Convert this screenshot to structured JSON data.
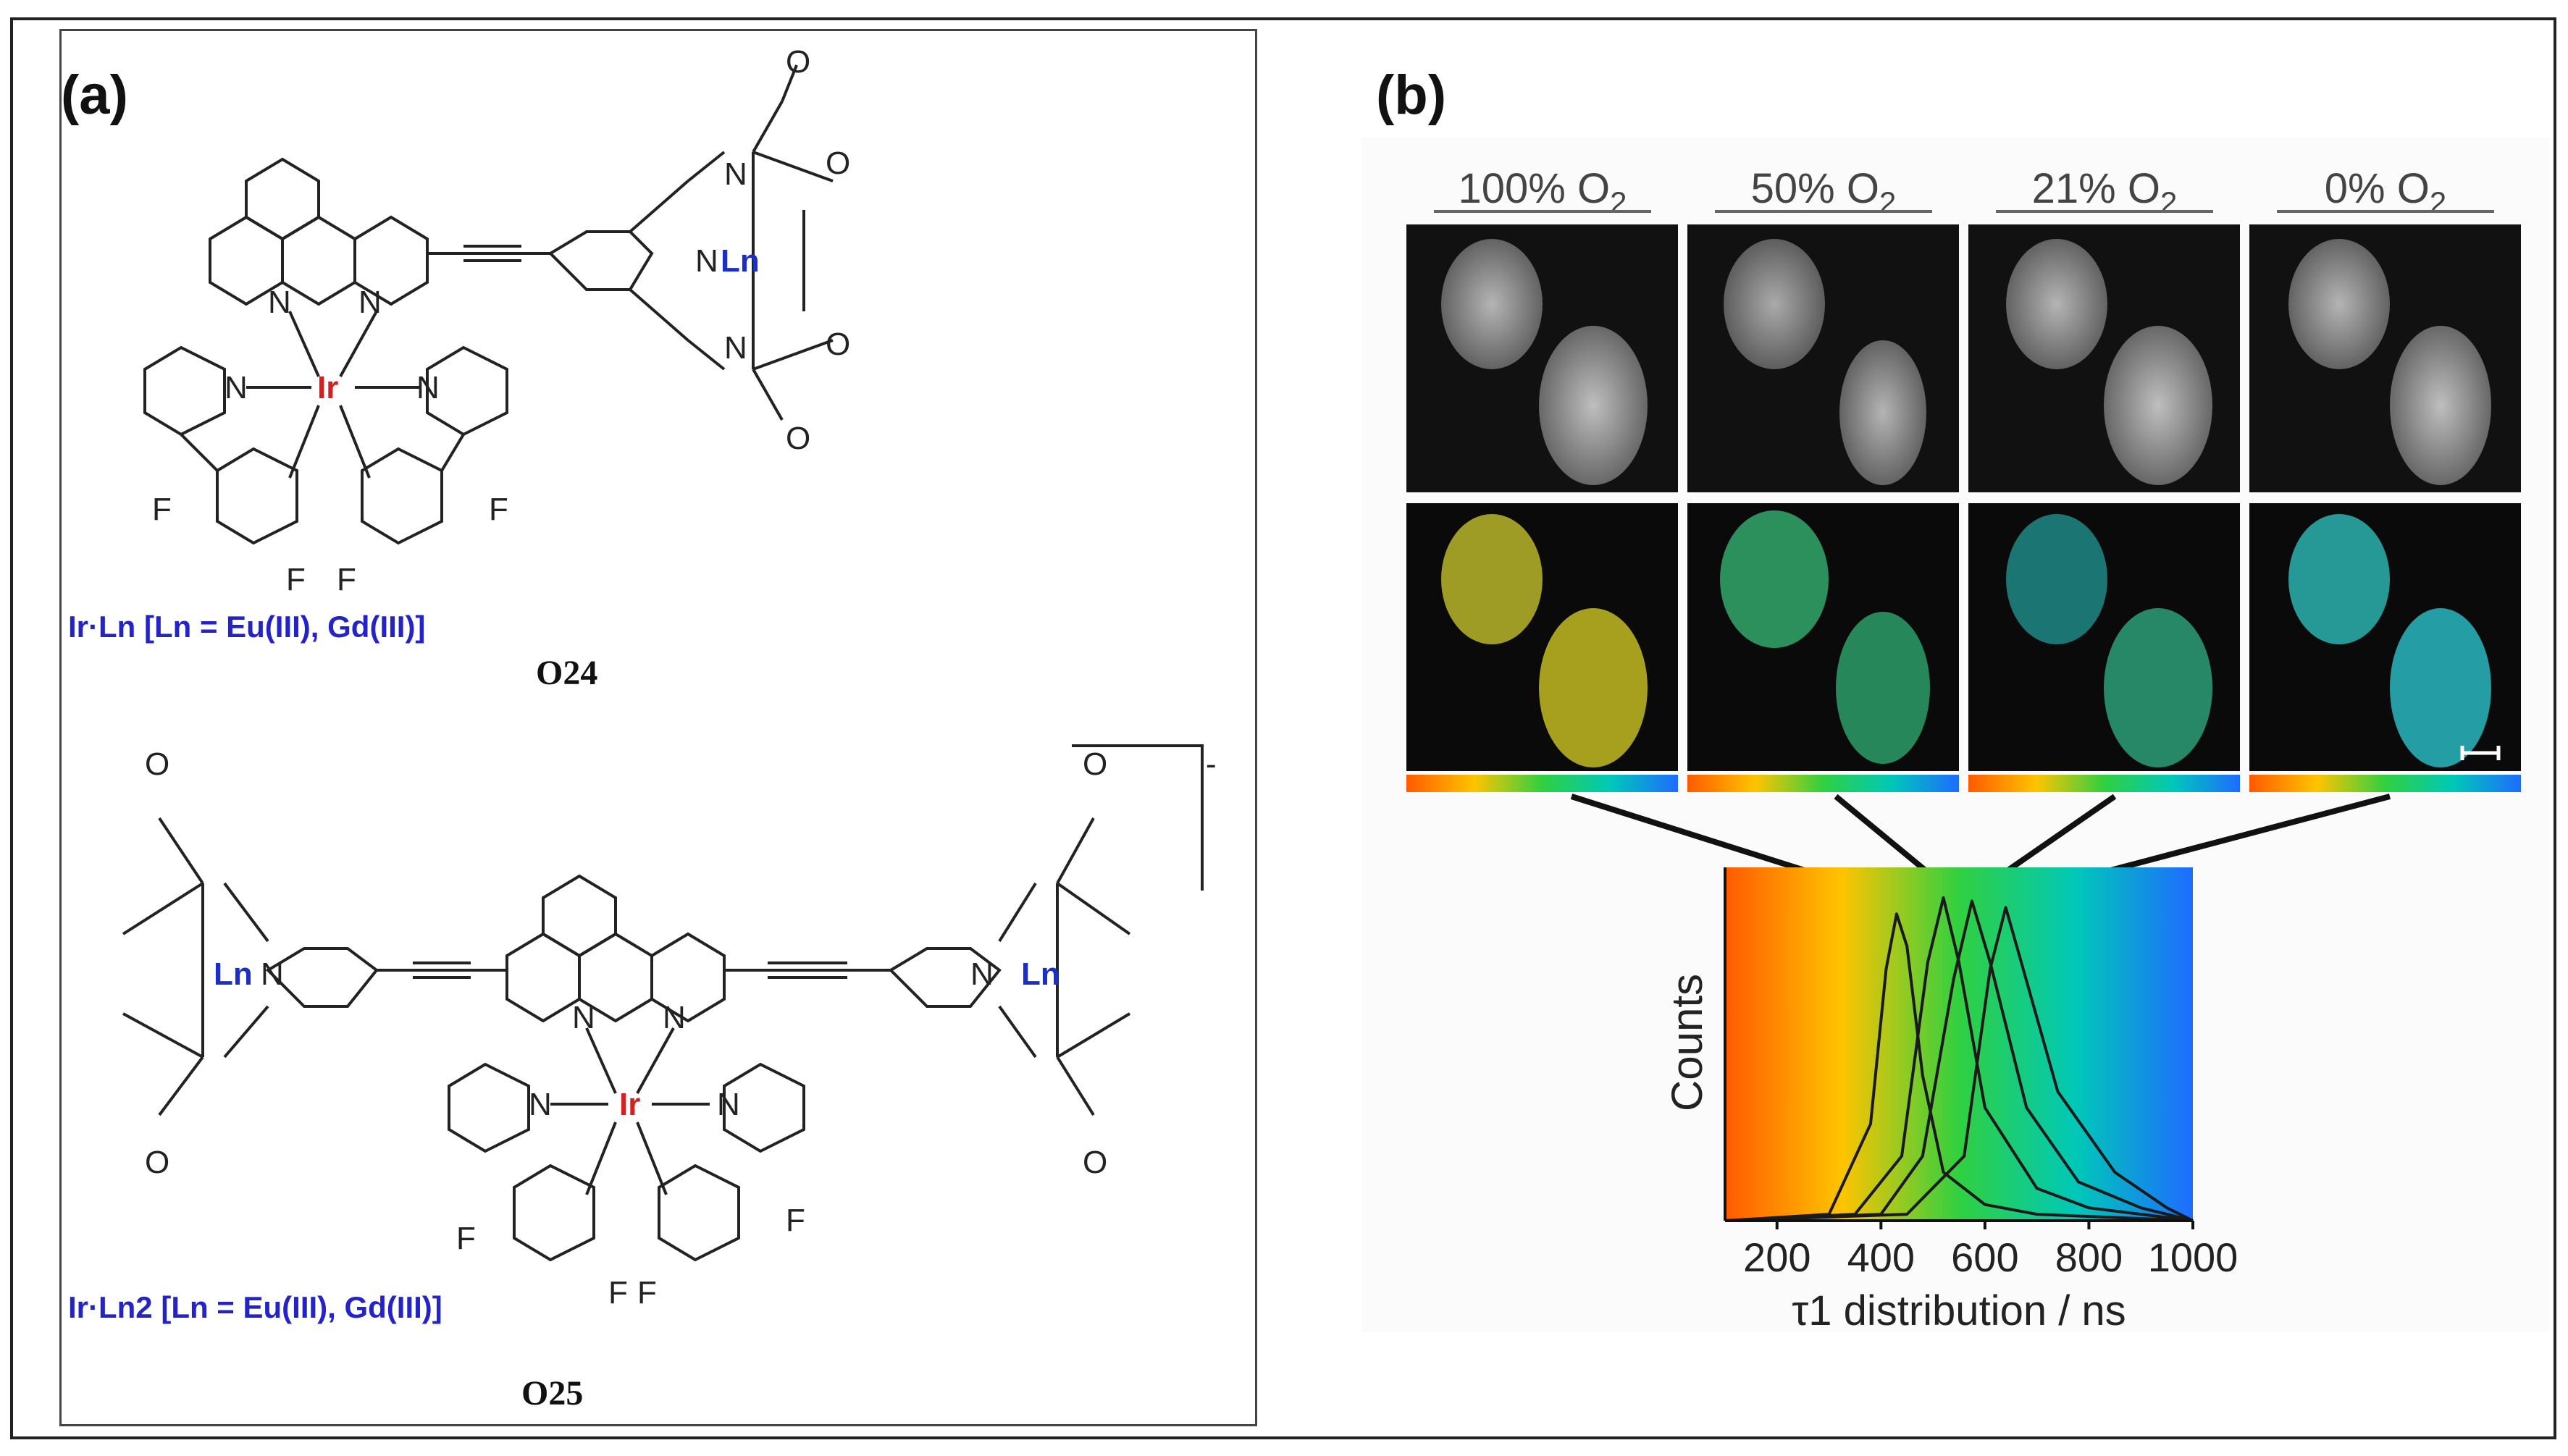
{
  "panel_a": {
    "label": "(a)",
    "compound1": {
      "caption": "Ir·Ln [Ln = Eu(III), Gd(III)]",
      "id": "O24",
      "atoms": {
        "metal": "Ir",
        "lanthanide": "Ln",
        "nitrogen": "N",
        "oxygen": "O",
        "fluorine": "F"
      }
    },
    "compound2": {
      "caption": "Ir·Ln2 [Ln = Eu(III), Gd(III)]",
      "id": "O25",
      "charge": "-"
    }
  },
  "panel_b": {
    "label": "(b)",
    "oxygen_levels": [
      {
        "pct": "100%",
        "gas": "O",
        "sub": "2"
      },
      {
        "pct": "50%",
        "gas": "O",
        "sub": "2"
      },
      {
        "pct": "21%",
        "gas": "O",
        "sub": "2"
      },
      {
        "pct": "0%",
        "gas": "O",
        "sub": "2"
      }
    ],
    "colors": {
      "gradient": [
        "#ff6000",
        "#ffd000",
        "#22d040",
        "#00c8c0",
        "#1e6cff"
      ]
    }
  },
  "chart_data": {
    "type": "line",
    "xlabel": "τ1 distribution / ns",
    "ylabel": "Counts",
    "xlim": [
      100,
      1000
    ],
    "ylim": [
      0,
      1
    ],
    "xticks": [
      200,
      400,
      600,
      800,
      1000
    ],
    "legend": "none",
    "series": [
      {
        "peak_ns": 430,
        "x": [
          100,
          300,
          380,
          410,
          430,
          450,
          480,
          520,
          600,
          700,
          1000
        ],
        "y": [
          0.0,
          0.02,
          0.3,
          0.78,
          0.95,
          0.85,
          0.45,
          0.15,
          0.05,
          0.02,
          0.0
        ]
      },
      {
        "peak_ns": 520,
        "x": [
          100,
          350,
          440,
          490,
          520,
          550,
          600,
          700,
          800,
          1000
        ],
        "y": [
          0.0,
          0.02,
          0.2,
          0.8,
          1.0,
          0.8,
          0.35,
          0.1,
          0.04,
          0.0
        ]
      },
      {
        "peak_ns": 575,
        "x": [
          100,
          400,
          480,
          540,
          575,
          610,
          680,
          780,
          900,
          1000
        ],
        "y": [
          0.0,
          0.02,
          0.2,
          0.75,
          0.99,
          0.8,
          0.35,
          0.12,
          0.04,
          0.0
        ]
      },
      {
        "peak_ns": 640,
        "x": [
          100,
          450,
          560,
          610,
          640,
          670,
          740,
          850,
          950,
          1000
        ],
        "y": [
          0.0,
          0.02,
          0.2,
          0.78,
          0.97,
          0.8,
          0.4,
          0.15,
          0.04,
          0.0
        ]
      }
    ]
  }
}
